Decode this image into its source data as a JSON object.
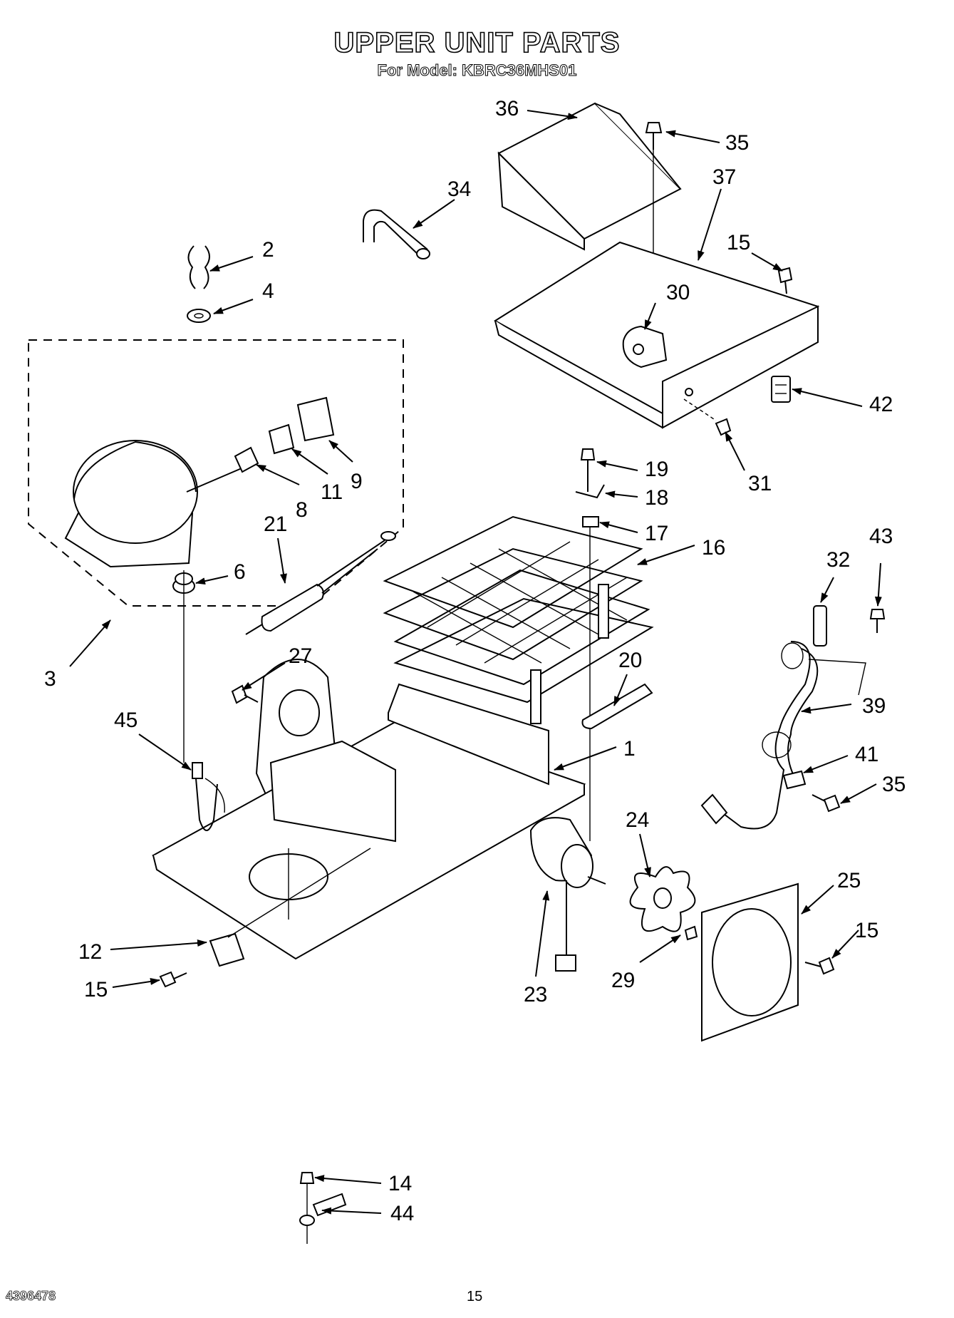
{
  "title": "UPPER UNIT PARTS",
  "subtitle": "For Model: KBRC36MHS01",
  "footer": {
    "document_number": "4396478",
    "page_number": "15"
  },
  "callouts": [
    "36",
    "35",
    "34",
    "37",
    "2",
    "15",
    "4",
    "30",
    "42",
    "9",
    "11",
    "8",
    "19",
    "18",
    "31",
    "17",
    "21",
    "6",
    "16",
    "3",
    "43",
    "32",
    "27",
    "20",
    "45",
    "39",
    "1",
    "41",
    "35",
    "24",
    "25",
    "12",
    "15",
    "15",
    "23",
    "29",
    "14",
    "44"
  ]
}
